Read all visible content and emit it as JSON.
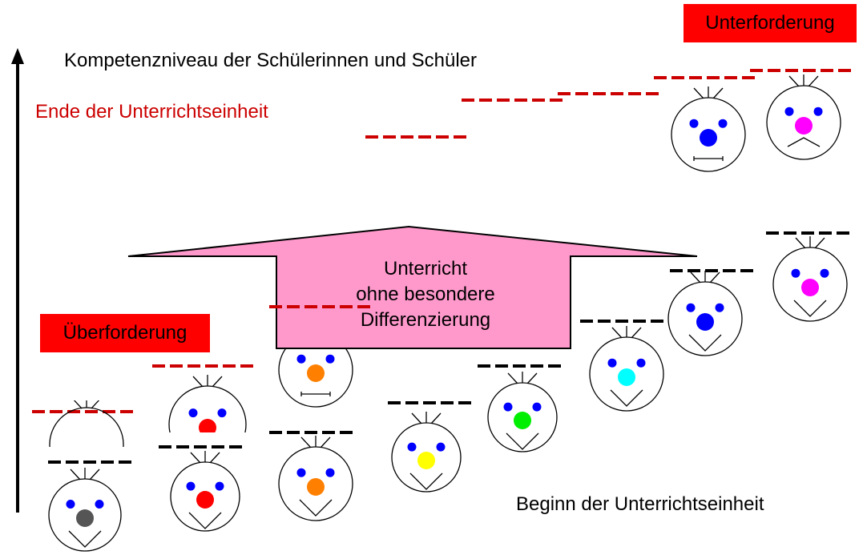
{
  "labels": {
    "axis_title": "Kompetenzniveau der Schülerinnen und Schüler",
    "end_of_unit": "Ende der Unterrichtseinheit",
    "begin_of_unit": "Beginn der Unterrichtseinheit",
    "underchallenge": "Unterforderung",
    "overchallenge": "Überforderung",
    "arrow_text_line1": "Unterricht",
    "arrow_text_line2": "ohne besondere",
    "arrow_text_line3": "Differenzierung"
  },
  "colors": {
    "end_level_line": "#cc0000",
    "start_level_line": "#000000",
    "red_box": "#ff0000",
    "end_label": "#cc0000",
    "arrow_fill": "#ff99cc",
    "eyes": "#0000ff"
  },
  "icons": {
    "axis_arrow": "up-arrow-icon",
    "student_face": "face-icon"
  },
  "students": [
    {
      "id": 1,
      "nose_color": "#555555",
      "start_mouth": "smile",
      "end_mouth": "none",
      "end_visible": "partial-head"
    },
    {
      "id": 2,
      "nose_color": "#ff0000",
      "start_mouth": "smile",
      "end_mouth": "none",
      "end_visible": "partial-face"
    },
    {
      "id": 3,
      "nose_color": "#ff8000",
      "start_mouth": "smile",
      "end_mouth": "neutral",
      "end_visible": "full"
    },
    {
      "id": 4,
      "nose_color": "#ffff00",
      "start_mouth": "smile",
      "end_mouth": "none",
      "end_visible": "line-only"
    },
    {
      "id": 5,
      "nose_color": "#00ee00",
      "start_mouth": "smile",
      "end_mouth": "none",
      "end_visible": "line-only"
    },
    {
      "id": 6,
      "nose_color": "#00ffff",
      "start_mouth": "smile",
      "end_mouth": "none",
      "end_visible": "line-only"
    },
    {
      "id": 7,
      "nose_color": "#0000ff",
      "start_mouth": "smile",
      "end_mouth": "neutral",
      "end_visible": "full"
    },
    {
      "id": 8,
      "nose_color": "#ff00ff",
      "start_mouth": "smile",
      "end_mouth": "frown",
      "end_visible": "full"
    }
  ]
}
